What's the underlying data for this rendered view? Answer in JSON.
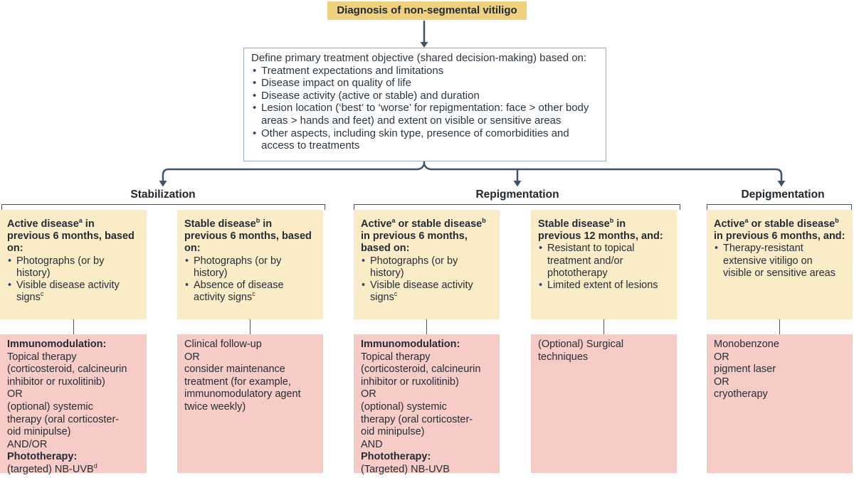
{
  "palette": {
    "gold": "#eed07e",
    "pale_yellow": "#faecc6",
    "pink": "#f8ccc6",
    "ink": "#242d38",
    "bullet_navy": "#2d4a6e",
    "arrow": "#3e5369",
    "objective_border": "#9cafc1",
    "bracket_line": "#44505c"
  },
  "diagnosis_box": {
    "label": "Diagnosis of non-segmental vitiligo"
  },
  "objective_box": {
    "title": "Define primary treatment objective (shared decision-making) based on:",
    "bullets": [
      "Treatment expectations and limitations",
      "Disease impact on quality of life",
      "Disease activity (active or stable) and duration",
      "Lesion location (‘best’ to ‘worse’ for repigmentation: face > other body areas > hands and feet) and extent on visible or sensitive areas",
      "Other aspects, including skin type, presence of comorbidities and access to treatments"
    ]
  },
  "branches": [
    {
      "label": "Stabilization"
    },
    {
      "label": "Repigmentation"
    },
    {
      "label": "Depigmentation"
    }
  ],
  "columns": [
    {
      "criteria": {
        "intro": [
          "Active disease",
          {
            "sup": "a"
          },
          " in",
          {
            "br": true
          },
          "previous 6 months, based",
          {
            "br": true
          },
          "on:"
        ],
        "bullets": [
          [
            "Photographs (or by",
            {
              "br": true
            },
            "history)"
          ],
          [
            "Visible disease activity",
            {
              "br": true
            },
            "signs",
            {
              "sup": "c"
            }
          ]
        ]
      },
      "treatment": [
        {
          "b": "Immunomodulation:"
        },
        {
          "br": true
        },
        "Topical therapy",
        {
          "br": true
        },
        "(corticosteroid, calcineurin",
        {
          "br": true
        },
        "inhibitor or ruxolitinib)",
        {
          "br": true
        },
        "OR",
        {
          "br": true
        },
        "(optional) systemic",
        {
          "br": true
        },
        "therapy (oral corticoster-",
        {
          "br": true
        },
        "oid minipulse)",
        {
          "br": true
        },
        "AND/OR",
        {
          "br": true
        },
        {
          "b": "Phototherapy:"
        },
        {
          "br": true
        },
        "(targeted) NB-UVB",
        {
          "sup": "d"
        }
      ]
    },
    {
      "criteria": {
        "intro": [
          "Stable disease",
          {
            "sup": "b"
          },
          " in",
          {
            "br": true
          },
          "previous 6 months, based",
          {
            "br": true
          },
          "on:"
        ],
        "bullets": [
          [
            "Photographs (or by",
            {
              "br": true
            },
            "history)"
          ],
          [
            "Absence of disease",
            {
              "br": true
            },
            "activity signs",
            {
              "sup": "c"
            }
          ]
        ]
      },
      "treatment": [
        "Clinical follow-up",
        {
          "br": true
        },
        "OR",
        {
          "br": true
        },
        "consider maintenance",
        {
          "br": true
        },
        "treatment (for example,",
        {
          "br": true
        },
        "immunomodulatory agent",
        {
          "br": true
        },
        "twice weekly)"
      ]
    },
    {
      "criteria": {
        "intro": [
          "Active",
          {
            "sup": "a"
          },
          " or stable disease",
          {
            "sup": "b"
          },
          {
            "br": true
          },
          "in previous 6 months,",
          {
            "br": true
          },
          "based on:"
        ],
        "bullets": [
          [
            "Photographs (or by",
            {
              "br": true
            },
            "history)"
          ],
          [
            "Visible disease activity",
            {
              "br": true
            },
            "signs",
            {
              "sup": "c"
            }
          ]
        ]
      },
      "treatment": [
        {
          "b": "Immunomodulation:"
        },
        {
          "br": true
        },
        "Topical therapy",
        {
          "br": true
        },
        "(corticosteroid, calcineurin",
        {
          "br": true
        },
        "inhibitor or ruxolitinib)",
        {
          "br": true
        },
        "OR",
        {
          "br": true
        },
        "(optional) systemic",
        {
          "br": true
        },
        "therapy (oral corticoster-",
        {
          "br": true
        },
        "oid minipulse)",
        {
          "br": true
        },
        "AND",
        {
          "br": true
        },
        {
          "b": "Phototherapy:"
        },
        {
          "br": true
        },
        "(Targeted) NB-UVB"
      ]
    },
    {
      "criteria": {
        "intro": [
          "Stable disease",
          {
            "sup": "b"
          },
          " in",
          {
            "br": true
          },
          "previous 12 months, and:"
        ],
        "bullets": [
          [
            "Resistant to topical",
            {
              "br": true
            },
            "treatment and/or",
            {
              "br": true
            },
            "phototherapy"
          ],
          [
            "Limited extent of lesions"
          ]
        ]
      },
      "treatment": [
        "(Optional) Surgical",
        {
          "br": true
        },
        "techniques"
      ]
    },
    {
      "criteria": {
        "intro": [
          "Active",
          {
            "sup": "a"
          },
          " or stable disease",
          {
            "sup": "b"
          },
          {
            "br": true
          },
          "in previous 6 months, and:"
        ],
        "bullets": [
          [
            "Therapy-resistant",
            {
              "br": true
            },
            "extensive vitiligo on",
            {
              "br": true
            },
            "visible or sensitive areas"
          ]
        ]
      },
      "treatment": [
        "Monobenzone",
        {
          "br": true
        },
        "OR",
        {
          "br": true
        },
        "pigment laser",
        {
          "br": true
        },
        "OR",
        {
          "br": true
        },
        "cryotherapy"
      ]
    }
  ]
}
